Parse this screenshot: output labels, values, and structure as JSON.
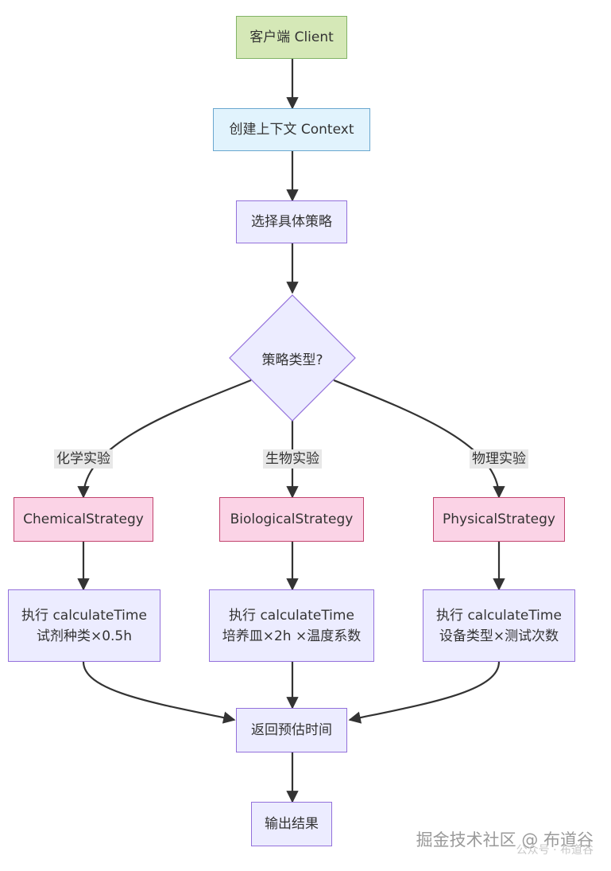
{
  "nodes": {
    "client": "客户端 Client",
    "context": "创建上下文 Context",
    "select": "选择具体策略",
    "decision": "策略类型?",
    "chemical": "ChemicalStrategy",
    "biological": "BiologicalStrategy",
    "physical": "PhysicalStrategy",
    "exec_chem_line1": "执行 calculateTime",
    "exec_chem_line2": "试剂种类×0.5h",
    "exec_bio_line1": "执行 calculateTime",
    "exec_bio_line2": "培养皿×2h ×温度系数",
    "exec_phys_line1": "执行 calculateTime",
    "exec_phys_line2": "设备类型×测试次数",
    "return": "返回预估时间",
    "output": "输出结果"
  },
  "edge_labels": {
    "chemical": "化学实验",
    "biological": "生物实验",
    "physical": "物理实验"
  },
  "watermark": {
    "main": "掘金技术社区 @ 布道谷",
    "sub": "公众号 · 布道谷"
  },
  "colors": {
    "edge": "#333333",
    "default_fill": "#ececff",
    "default_stroke": "#9370db",
    "start_fill": "#d5e8b7",
    "context_fill": "#e1f3fd",
    "strategy_fill": "#fbd3e6"
  }
}
